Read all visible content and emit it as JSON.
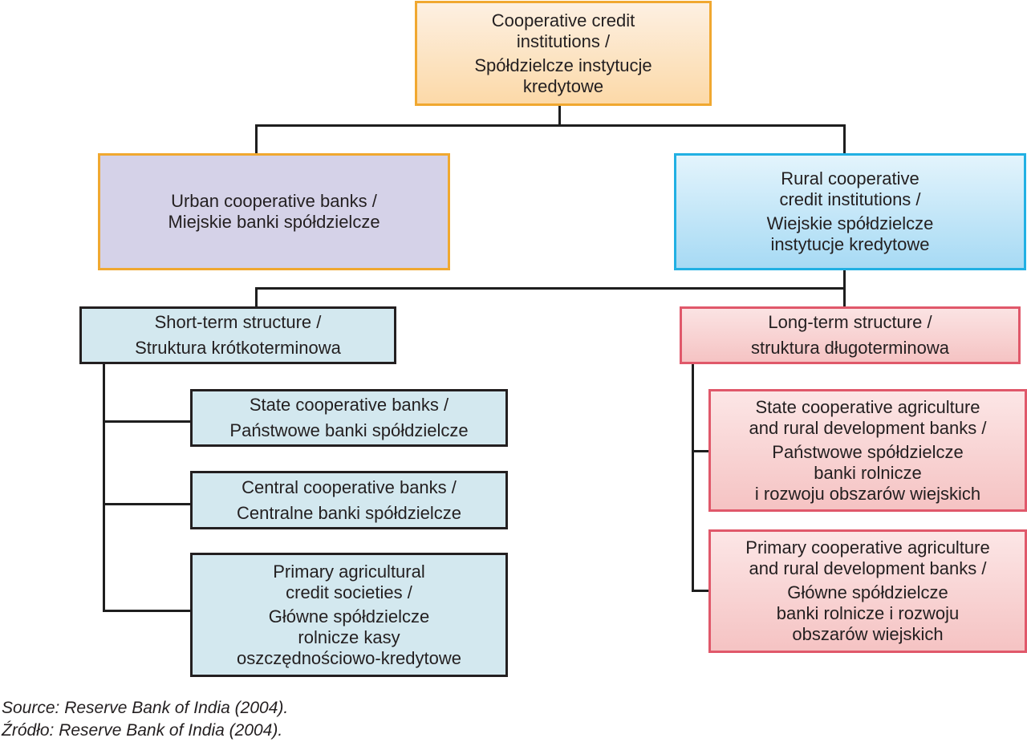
{
  "diagram": {
    "type": "organizational-tree",
    "root": {
      "en": [
        "Cooperative credit",
        "institutions /"
      ],
      "pl": [
        "Spółdzielcze instytucje",
        "kredytowe"
      ]
    },
    "level1": {
      "urban": {
        "en": [
          "Urban cooperative banks /"
        ],
        "pl": [
          "Miejskie banki spółdzielcze"
        ]
      },
      "rural": {
        "en": [
          "Rural cooperative",
          "credit institutions /"
        ],
        "pl": [
          "Wiejskie spółdzielcze",
          "instytucje kredytowe"
        ]
      }
    },
    "level2": {
      "short_term": {
        "en": [
          "Short-term structure /"
        ],
        "pl": [
          "Struktura krótkoterminowa"
        ],
        "children": [
          {
            "en": [
              "State cooperative banks /"
            ],
            "pl": [
              "Państwowe banki spółdzielcze"
            ]
          },
          {
            "en": [
              "Central cooperative banks /"
            ],
            "pl": [
              "Centralne banki spółdzielcze"
            ]
          },
          {
            "en": [
              "Primary agricultural",
              "credit societies /"
            ],
            "pl": [
              "Główne spółdzielcze",
              "rolnicze kasy",
              "oszczędnościowo-kredytowe"
            ]
          }
        ]
      },
      "long_term": {
        "en": [
          "Long-term structure /"
        ],
        "pl": [
          "struktura długoterminowa"
        ],
        "children": [
          {
            "en": [
              "State cooperative agriculture",
              "and rural development banks /"
            ],
            "pl": [
              "Państwowe spółdzielcze",
              "banki rolnicze",
              "i rozwoju obszarów wiejskich"
            ]
          },
          {
            "en": [
              "Primary cooperative agriculture",
              "and rural development banks /"
            ],
            "pl": [
              "Główne spółdzielcze",
              "banki rolnicze i rozwoju",
              "obszarów wiejskich"
            ]
          }
        ]
      }
    },
    "colors": {
      "root_border": "#f0a830",
      "urban_fill": "#d5d2e8",
      "rural_border": "#21b0e3",
      "short_term_fill": "#d3e8ef",
      "long_term_border": "#e0586a",
      "long_term_fill": "#f5c3c3"
    }
  },
  "source": {
    "en": "Source: Reserve Bank of India (2004).",
    "pl": "Źródło: Reserve Bank of India (2004)."
  }
}
